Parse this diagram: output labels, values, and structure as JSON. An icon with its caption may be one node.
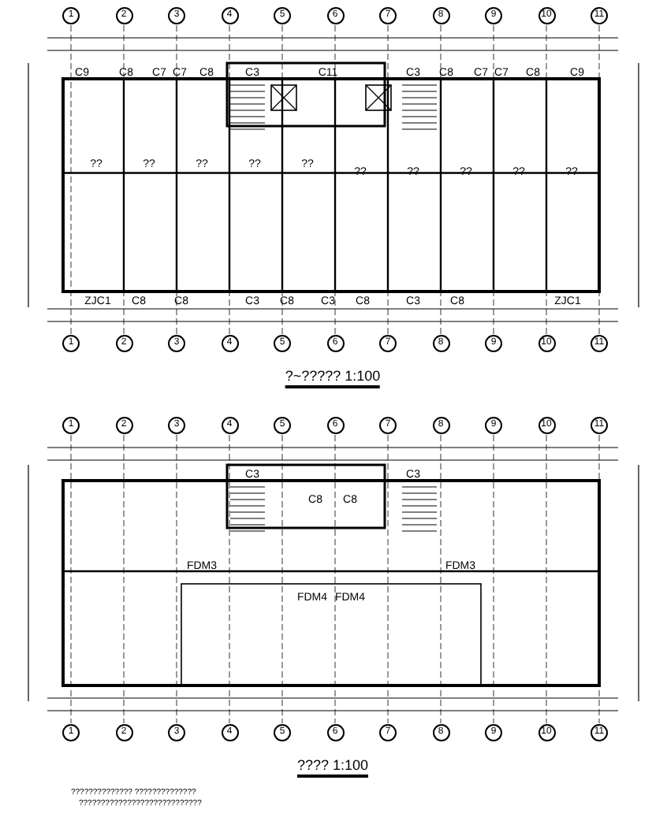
{
  "diagram": {
    "labels": [
      "1",
      "2",
      "3",
      "4",
      "5",
      "6",
      "7",
      "8",
      "9",
      "10",
      "11",
      "C9",
      "C8",
      "C7",
      "C7",
      "C8",
      "C3",
      "C11",
      "C3",
      "C8",
      "C7",
      "C7",
      "C8",
      "C9",
      "??",
      "??",
      "??",
      "??",
      "??",
      "??",
      "??",
      "??",
      "??",
      "??",
      "ZJC1",
      "C8",
      "C8",
      "C3",
      "C8",
      "C3",
      "C8",
      "C3",
      "C8",
      "ZJC1",
      "1",
      "2",
      "3",
      "4",
      "5",
      "6",
      "7",
      "8",
      "9",
      "10",
      "11",
      "?~????? 1:100",
      "1",
      "2",
      "3",
      "4",
      "5",
      "6",
      "7",
      "8",
      "9",
      "10",
      "11",
      "C3",
      "C8",
      "C8",
      "C3",
      "FDM3",
      "FDM4",
      "FDM4",
      "FDM3",
      "1",
      "2",
      "3",
      "4",
      "5",
      "6",
      "7",
      "8",
      "9",
      "10",
      "11",
      "???? 1:100",
      "?????????????? ??????????????",
      "????????????????????????????"
    ]
  }
}
